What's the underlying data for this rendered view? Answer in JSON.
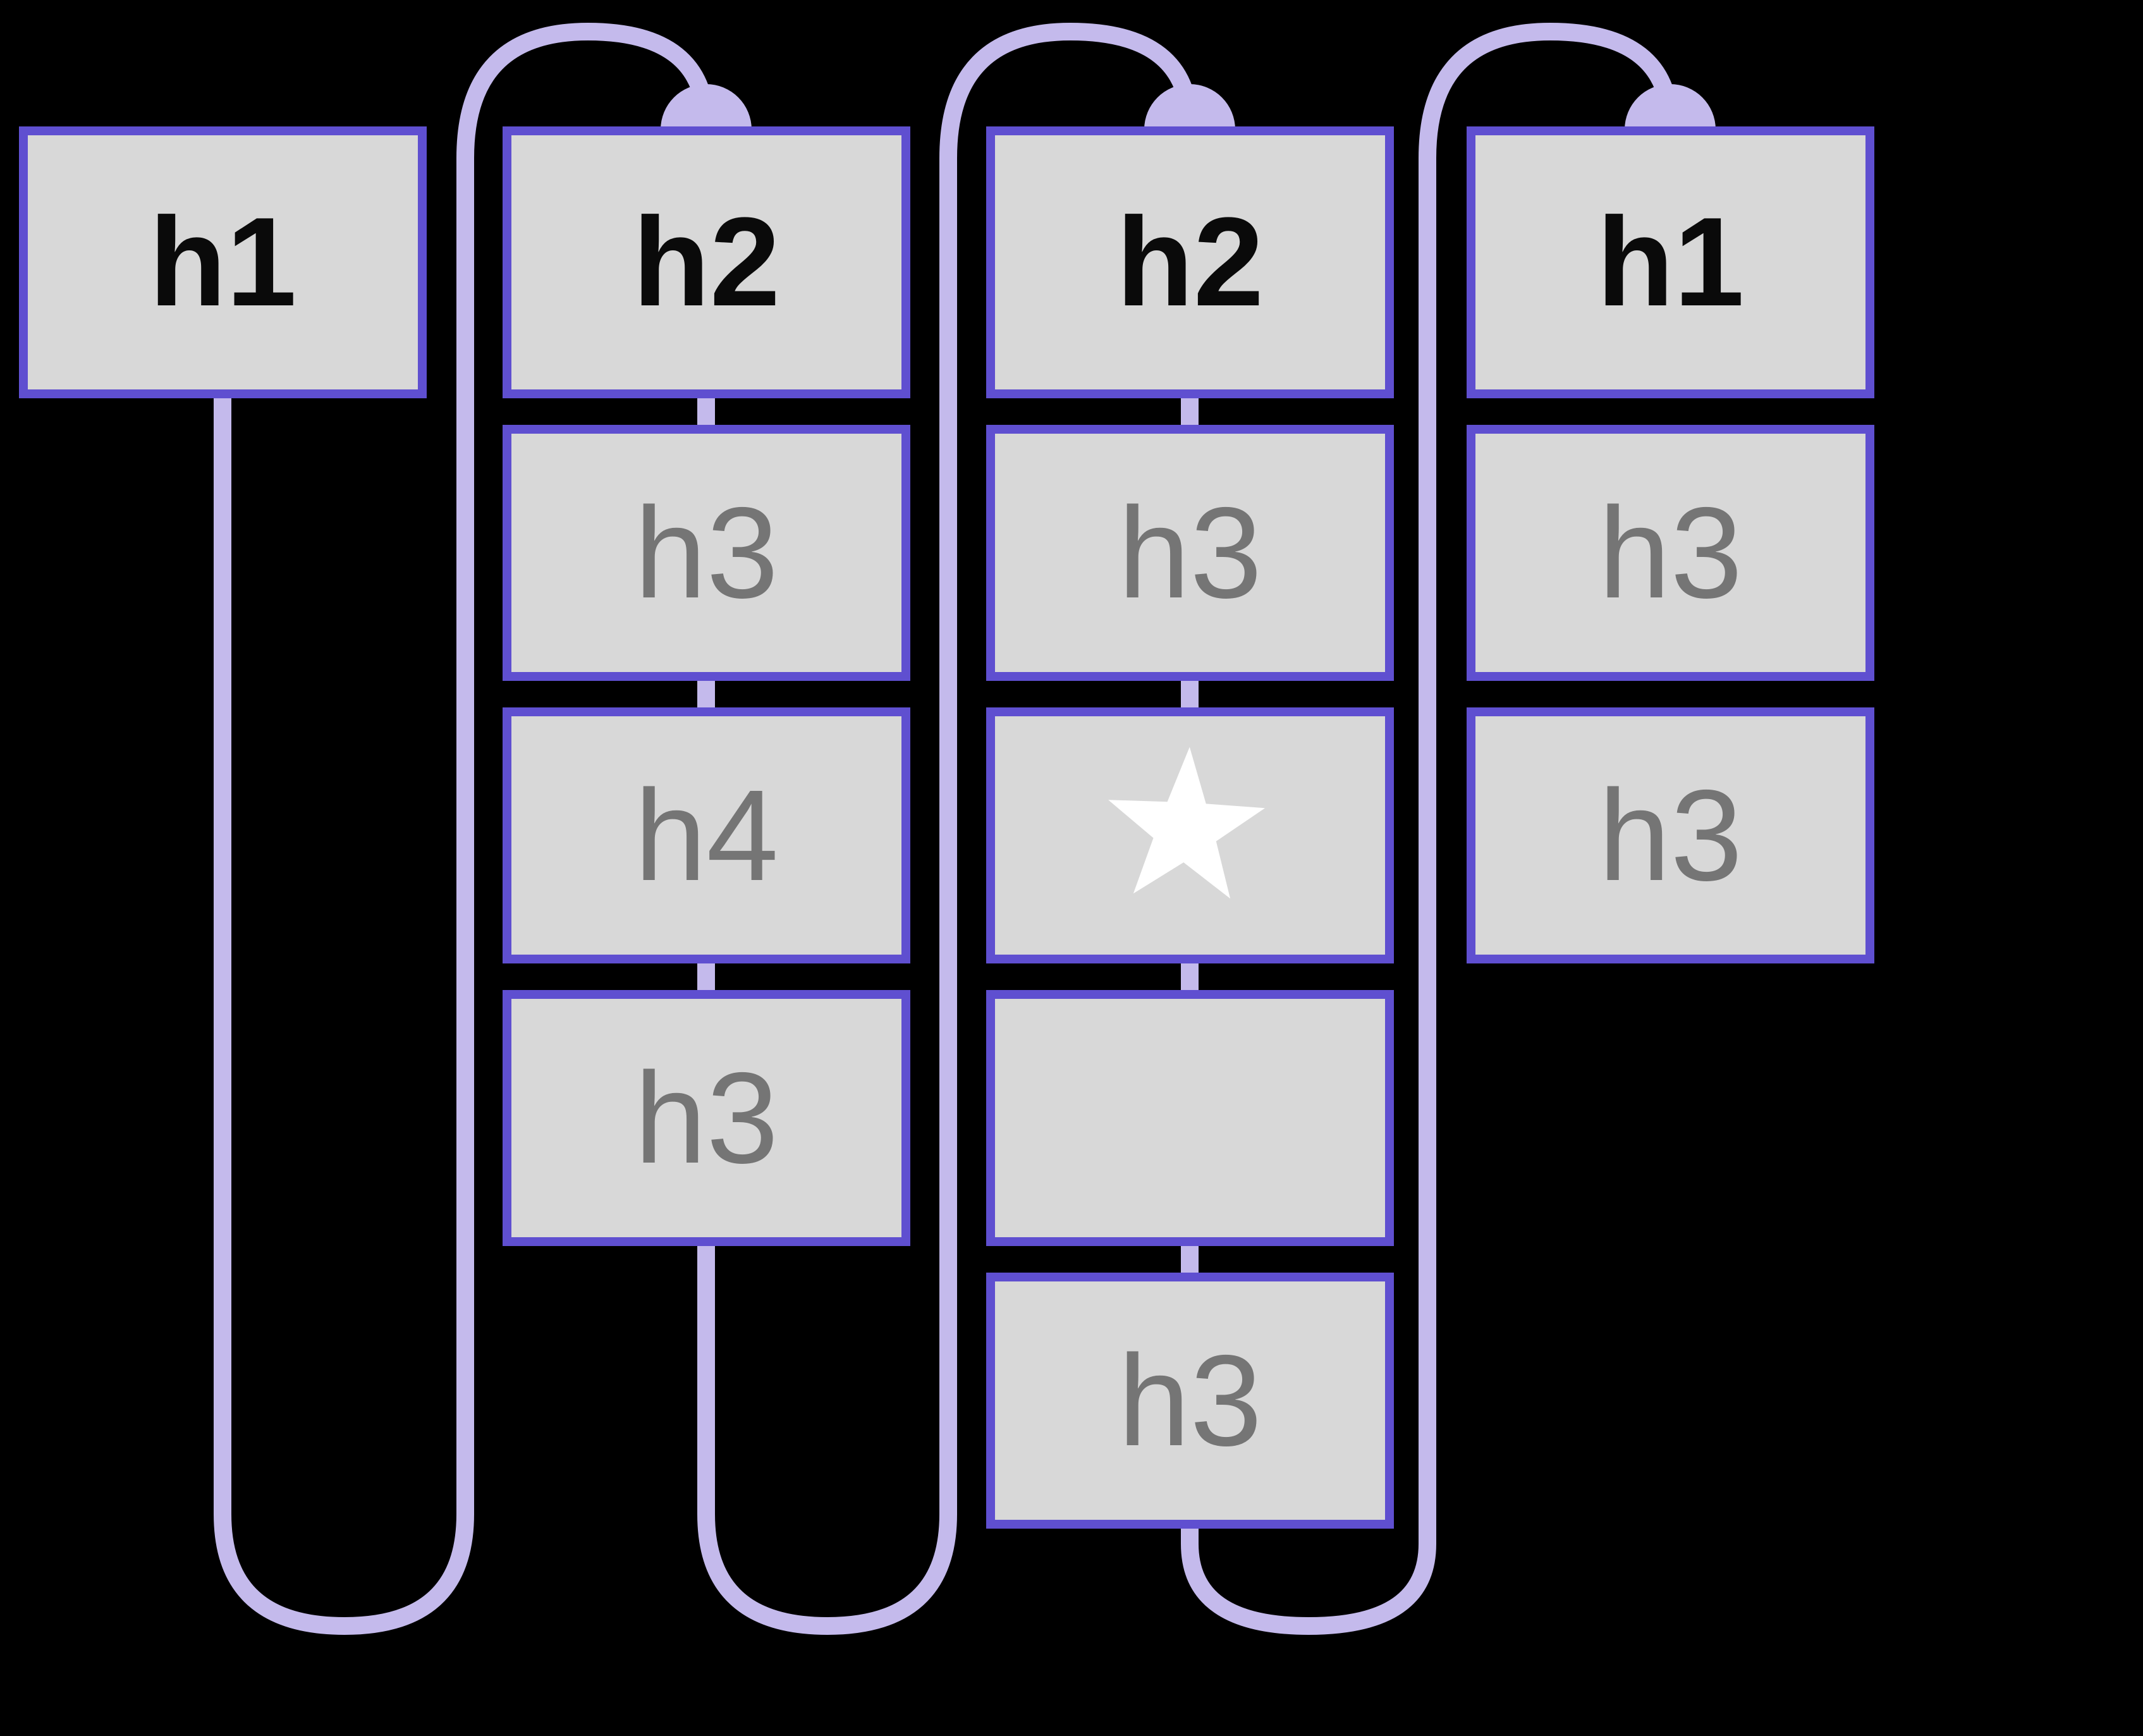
{
  "diagram": {
    "description": "heading-navigation-flow",
    "background": "#000000",
    "colors": {
      "box_fill": "#D8D8D8",
      "box_border": "#5F4FD0",
      "path_line": "#C4BAEC",
      "entry_dot": "#C4BAEC",
      "label_primary": "#0A0A0A",
      "label_secondary": "#757575",
      "star": "#FFFFFF"
    },
    "columns": [
      {
        "name": "column-1",
        "boxes": [
          {
            "label": "h1",
            "emphasis": "primary",
            "has_entry_dot": false
          }
        ]
      },
      {
        "name": "column-2",
        "boxes": [
          {
            "label": "h2",
            "emphasis": "primary",
            "has_entry_dot": true
          },
          {
            "label": "h3",
            "emphasis": "secondary"
          },
          {
            "label": "h4",
            "emphasis": "secondary"
          },
          {
            "label": "h3",
            "emphasis": "secondary"
          }
        ]
      },
      {
        "name": "column-3",
        "boxes": [
          {
            "label": "h2",
            "emphasis": "primary",
            "has_entry_dot": true
          },
          {
            "label": "h3",
            "emphasis": "secondary"
          },
          {
            "label": "",
            "icon": "star-icon",
            "emphasis": "secondary"
          },
          {
            "label": "",
            "emphasis": "secondary"
          },
          {
            "label": "h3",
            "emphasis": "secondary"
          }
        ]
      },
      {
        "name": "column-4",
        "boxes": [
          {
            "label": "h1",
            "emphasis": "primary",
            "has_entry_dot": true
          },
          {
            "label": "h3",
            "emphasis": "secondary"
          },
          {
            "label": "h3",
            "emphasis": "secondary"
          }
        ]
      }
    ]
  }
}
